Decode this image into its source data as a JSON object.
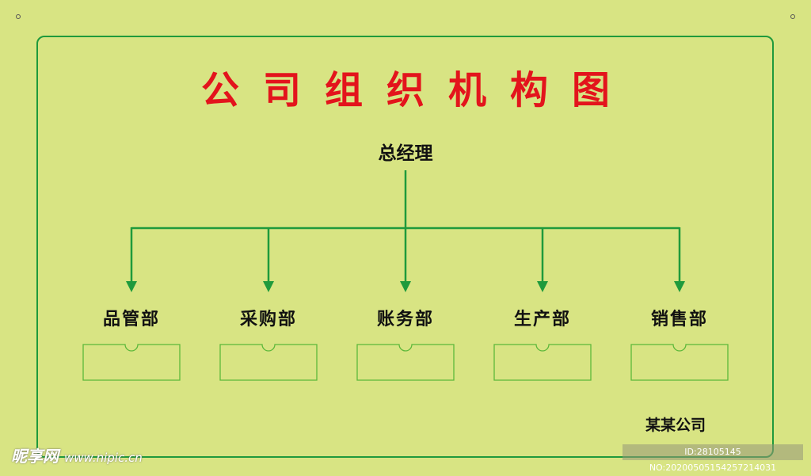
{
  "title": "公司组织机构图",
  "general_manager": "总经理",
  "departments": [
    "品管部",
    "采购部",
    "账务部",
    "生产部",
    "销售部"
  ],
  "company": "某某公司",
  "watermark": {
    "logo": "昵享网",
    "url": "www.nipic.cn"
  },
  "image_id": "ID:28105145 NO:20200505154257214031",
  "colors": {
    "background": "#d8e483",
    "line": "#1f9a3c",
    "title": "#e3141c"
  }
}
